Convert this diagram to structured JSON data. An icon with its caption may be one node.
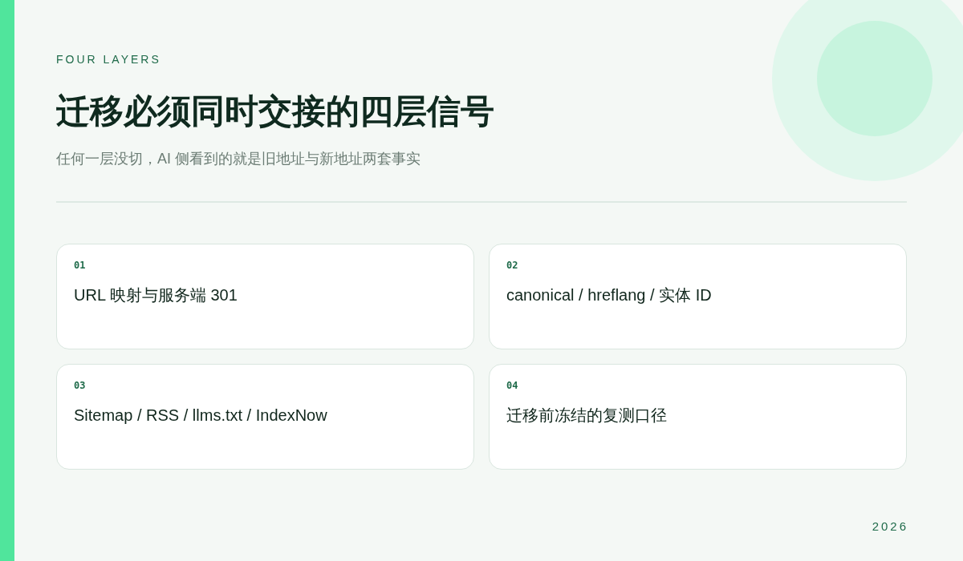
{
  "diagram": {
    "title": "迁移必须同时交接的四层信号",
    "nodes": [
      {
        "text": [
          "01",
          "URL 映射与服务端 301"
        ]
      },
      {
        "text": [
          "02",
          "canonical / hreflang / 实体 ID"
        ]
      },
      {
        "text": [
          "03",
          "Sitemap / RSS / llms.txt / IndexNow"
        ]
      },
      {
        "text": [
          "04",
          "迁移前冻结的复测口径"
        ]
      }
    ],
    "labels": [
      "FOUR LAYERS",
      "任何一层没切，AI 侧看到的就是旧地址与新地址两套事实",
      "2026"
    ]
  }
}
